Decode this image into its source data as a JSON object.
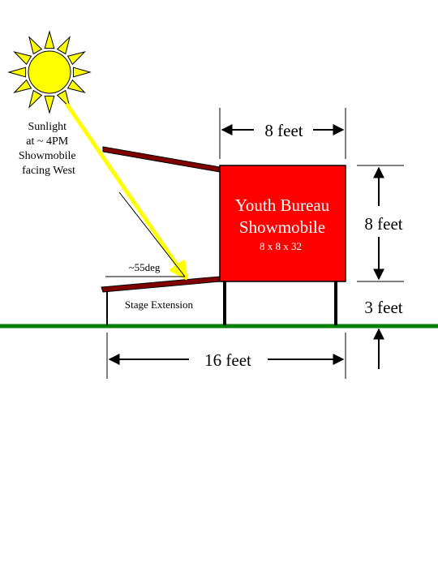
{
  "sun": {
    "label_lines": [
      "Sunlight",
      "at ~ 4PM",
      "Showmobile",
      "facing West"
    ],
    "icon": "sun-icon",
    "color": "#ffff00"
  },
  "showmobile": {
    "title_line1": "Youth Bureau",
    "title_line2": "Showmobile",
    "dimensions": "8 x 8 x 32",
    "color": "#ff0000"
  },
  "dimensions": {
    "top_width": "8 feet",
    "height": "8 feet",
    "clearance": "3 feet",
    "total_length": "16 feet"
  },
  "annotations": {
    "angle": "~55deg",
    "stage_extension": "Stage Extension"
  },
  "colors": {
    "ground": "#008000",
    "beam": "#800000",
    "ray": "#ffff00"
  }
}
